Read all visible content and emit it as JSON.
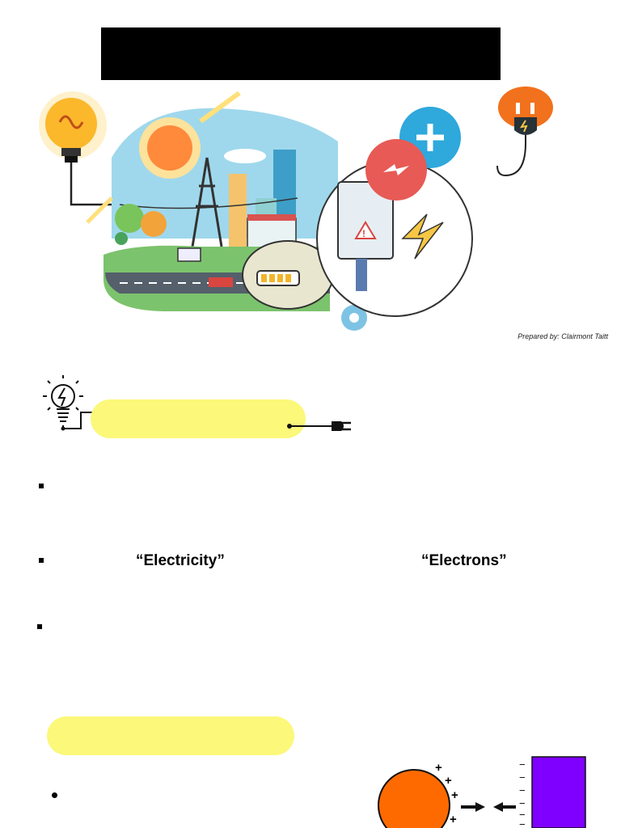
{
  "header": {
    "credit": "Prepared by: Clairmont Taitt"
  },
  "bullets": {
    "term_electricity": "“Electricity”",
    "term_electrons": "“Electrons”"
  },
  "diagram": {
    "positive_charges": [
      "+",
      "+",
      "+",
      "+"
    ],
    "negative_charges": [
      "−",
      "−",
      "−",
      "−",
      "−",
      "−"
    ]
  },
  "colors": {
    "highlight": "#fbf87a",
    "sphere": "#ff6a00",
    "block": "#7f00ff"
  }
}
